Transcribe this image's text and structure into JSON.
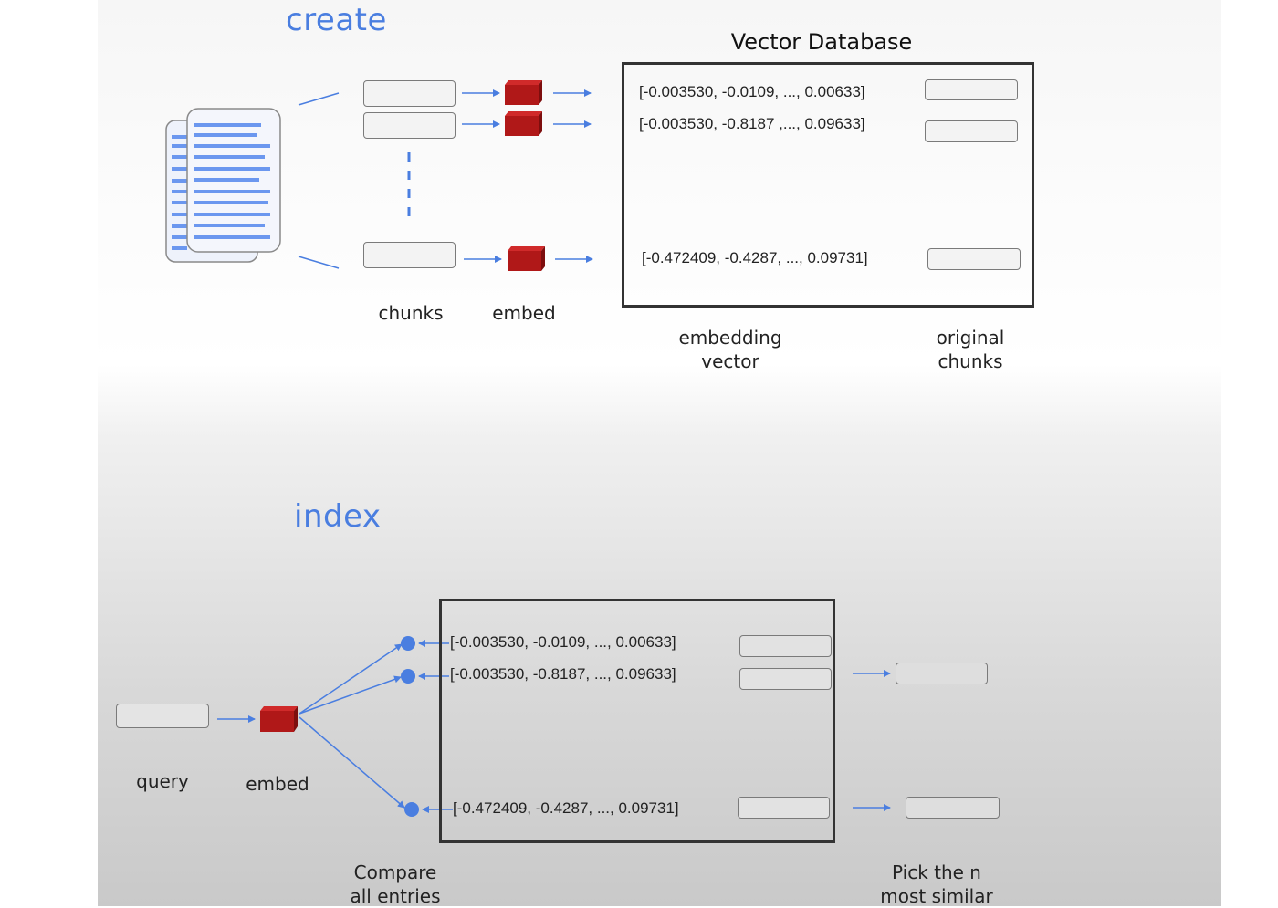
{
  "create": {
    "title": "create",
    "db_title": "Vector Database",
    "chunks_label": "chunks",
    "embed_label": "embed",
    "vectors": [
      "[-0.003530, -0.0109, ..., 0.00633]",
      "[-0.003530, -0.8187 ,..., 0.09633]",
      "[-0.472409, -0.4287, ..., 0.09731]"
    ],
    "embedding_vector_label": [
      "embedding",
      "vector"
    ],
    "original_chunks_label": [
      "original",
      "chunks"
    ]
  },
  "index": {
    "title": "index",
    "query_label": "query",
    "embed_label": "embed",
    "vectors": [
      "[-0.003530, -0.0109, ..., 0.00633]",
      "[-0.003530, -0.8187, ..., 0.09633]",
      "[-0.472409, -0.4287, ..., 0.09731]"
    ],
    "compare_label": [
      "Compare",
      "all entries"
    ],
    "pick_label": [
      "Pick the n",
      "most similar"
    ]
  },
  "colors": {
    "accent_blue": "#4a7ee0",
    "cube_red": "#b01818",
    "doc_line_blue": "#6b97ef"
  }
}
